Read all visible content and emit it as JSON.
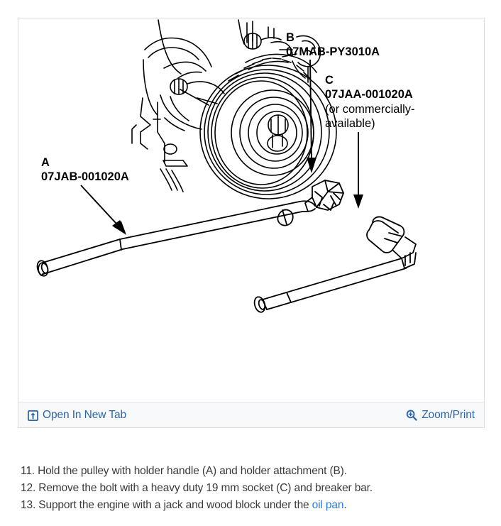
{
  "figure": {
    "alt_description": "Crankshaft pulley holder tools service illustration",
    "callouts": [
      {
        "id": "A",
        "letter": "A",
        "part_number": "07JAB-001020A",
        "note": "",
        "note2": ""
      },
      {
        "id": "B",
        "letter": "B",
        "part_number": "07MAB-PY3010A",
        "note": "",
        "note2": ""
      },
      {
        "id": "C",
        "letter": "C",
        "part_number": "07JAA-001020A",
        "note": "(or commercially-",
        "note2": "available)"
      }
    ]
  },
  "toolbar": {
    "open_new_tab_label": "Open In New Tab",
    "open_new_tab_icon": "open-in-new-tab-icon",
    "zoom_print_label": "Zoom/Print",
    "zoom_print_icon": "magnifier-plus-icon",
    "link_color": "#2c66a8",
    "background_color": "#f7f9fb"
  },
  "instructions": {
    "items": [
      {
        "number": "11.",
        "text": "Hold the pulley with holder handle (A) and holder attachment (B)."
      },
      {
        "number": "12.",
        "text": "Remove the bolt with a heavy duty 19 mm socket (C) and breaker bar."
      },
      {
        "number": "13.",
        "text_before": "Support the engine with a jack and wood block under the ",
        "link": "oil pan",
        "text_after": "."
      }
    ],
    "text_color": "#3b3b3b",
    "link_color": "#2a7ae2"
  }
}
